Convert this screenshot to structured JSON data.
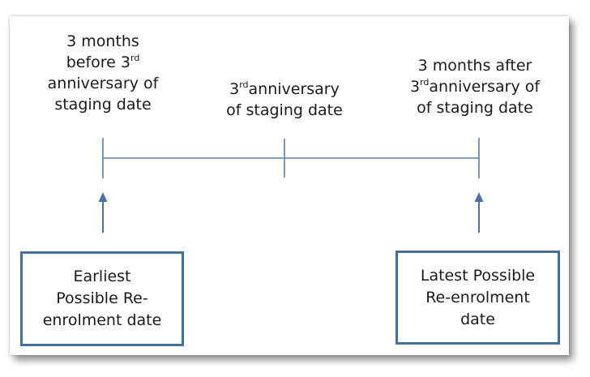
{
  "labels": {
    "left": {
      "line1": "3 months",
      "line2_pre": "before 3",
      "line2_sup": "rd",
      "line3": "anniversary of",
      "line4": "staging date"
    },
    "middle": {
      "line1_num": "3",
      "line1_sup": "rd",
      "line1_post": "anniversary",
      "line2": "of staging date"
    },
    "right": {
      "line1": "3 months after",
      "line2_num": "3",
      "line2_sup": "rd",
      "line2_post": "anniversary of",
      "line3": "of staging date"
    }
  },
  "boxes": {
    "earliest": {
      "line1": "Earliest",
      "line2": "Possible Re-",
      "line3": "enrolment date"
    },
    "latest": {
      "line1": "Latest Possible",
      "line2": "Re-enrolment",
      "line3": "date"
    }
  },
  "colors": {
    "timeline": "#5b7fa8",
    "arrow": "#4a74a8",
    "box_border": "#41719c"
  }
}
